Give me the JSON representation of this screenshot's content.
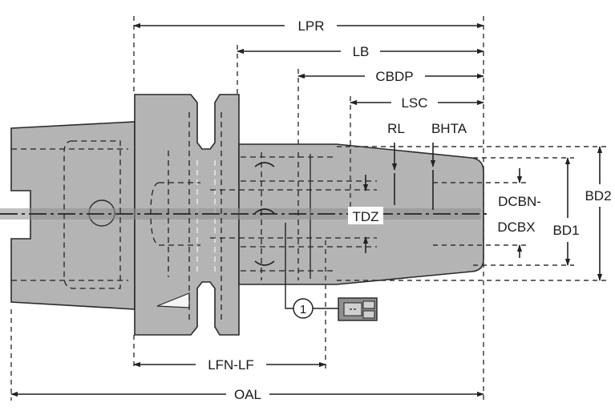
{
  "diagram": {
    "labels": {
      "lpr": "LPR",
      "lb": "LB",
      "cbdp": "CBDP",
      "lsc": "LSC",
      "rl": "RL",
      "bhta": "BHTA",
      "dcbn": "DCBN-",
      "dcbx": "DCBX",
      "tdz": "TDZ",
      "bd1": "BD1",
      "bd2": "BD2",
      "lfn_lf": "LFN-LF",
      "oal": "OAL",
      "callout": "1"
    },
    "colors": {
      "body_fill": "#b4b4b4",
      "outline": "#2a2a2a",
      "dimension": "#222222",
      "background": "#ffffff"
    }
  }
}
